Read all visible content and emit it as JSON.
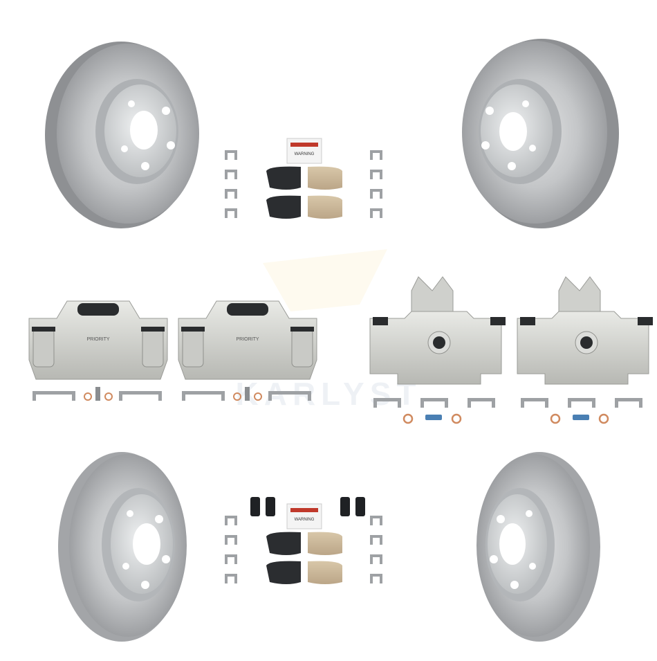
{
  "image": {
    "background": "#ffffff",
    "subject": "brake-kit-product-photo",
    "watermark_text": "KARLYST",
    "caliper_casting_text": "PRIORITY",
    "pad_packet_text": "WARNING",
    "colors": {
      "rotor_metal": "#c9cbcd",
      "rotor_dark": "#8a8c8f",
      "rotor_hat": "#d8dadc",
      "caliper_metal": "#d2d3cf",
      "pad_backing": "#2b2d30",
      "pad_friction": "#cdb99b",
      "washer": "#d08a5f",
      "bolt": "#4a7fb3"
    }
  },
  "components": {
    "rotors": [
      {
        "name": "front-rotor-left",
        "type": "vented"
      },
      {
        "name": "front-rotor-right",
        "type": "vented"
      },
      {
        "name": "rear-rotor-left",
        "type": "solid"
      },
      {
        "name": "rear-rotor-right",
        "type": "solid"
      }
    ],
    "calipers": [
      {
        "name": "front-caliper-left"
      },
      {
        "name": "front-caliper-right"
      },
      {
        "name": "rear-caliper-left"
      },
      {
        "name": "rear-caliper-right"
      }
    ],
    "pad_sets": [
      {
        "name": "rear-pad-set"
      },
      {
        "name": "front-pad-set"
      }
    ]
  }
}
